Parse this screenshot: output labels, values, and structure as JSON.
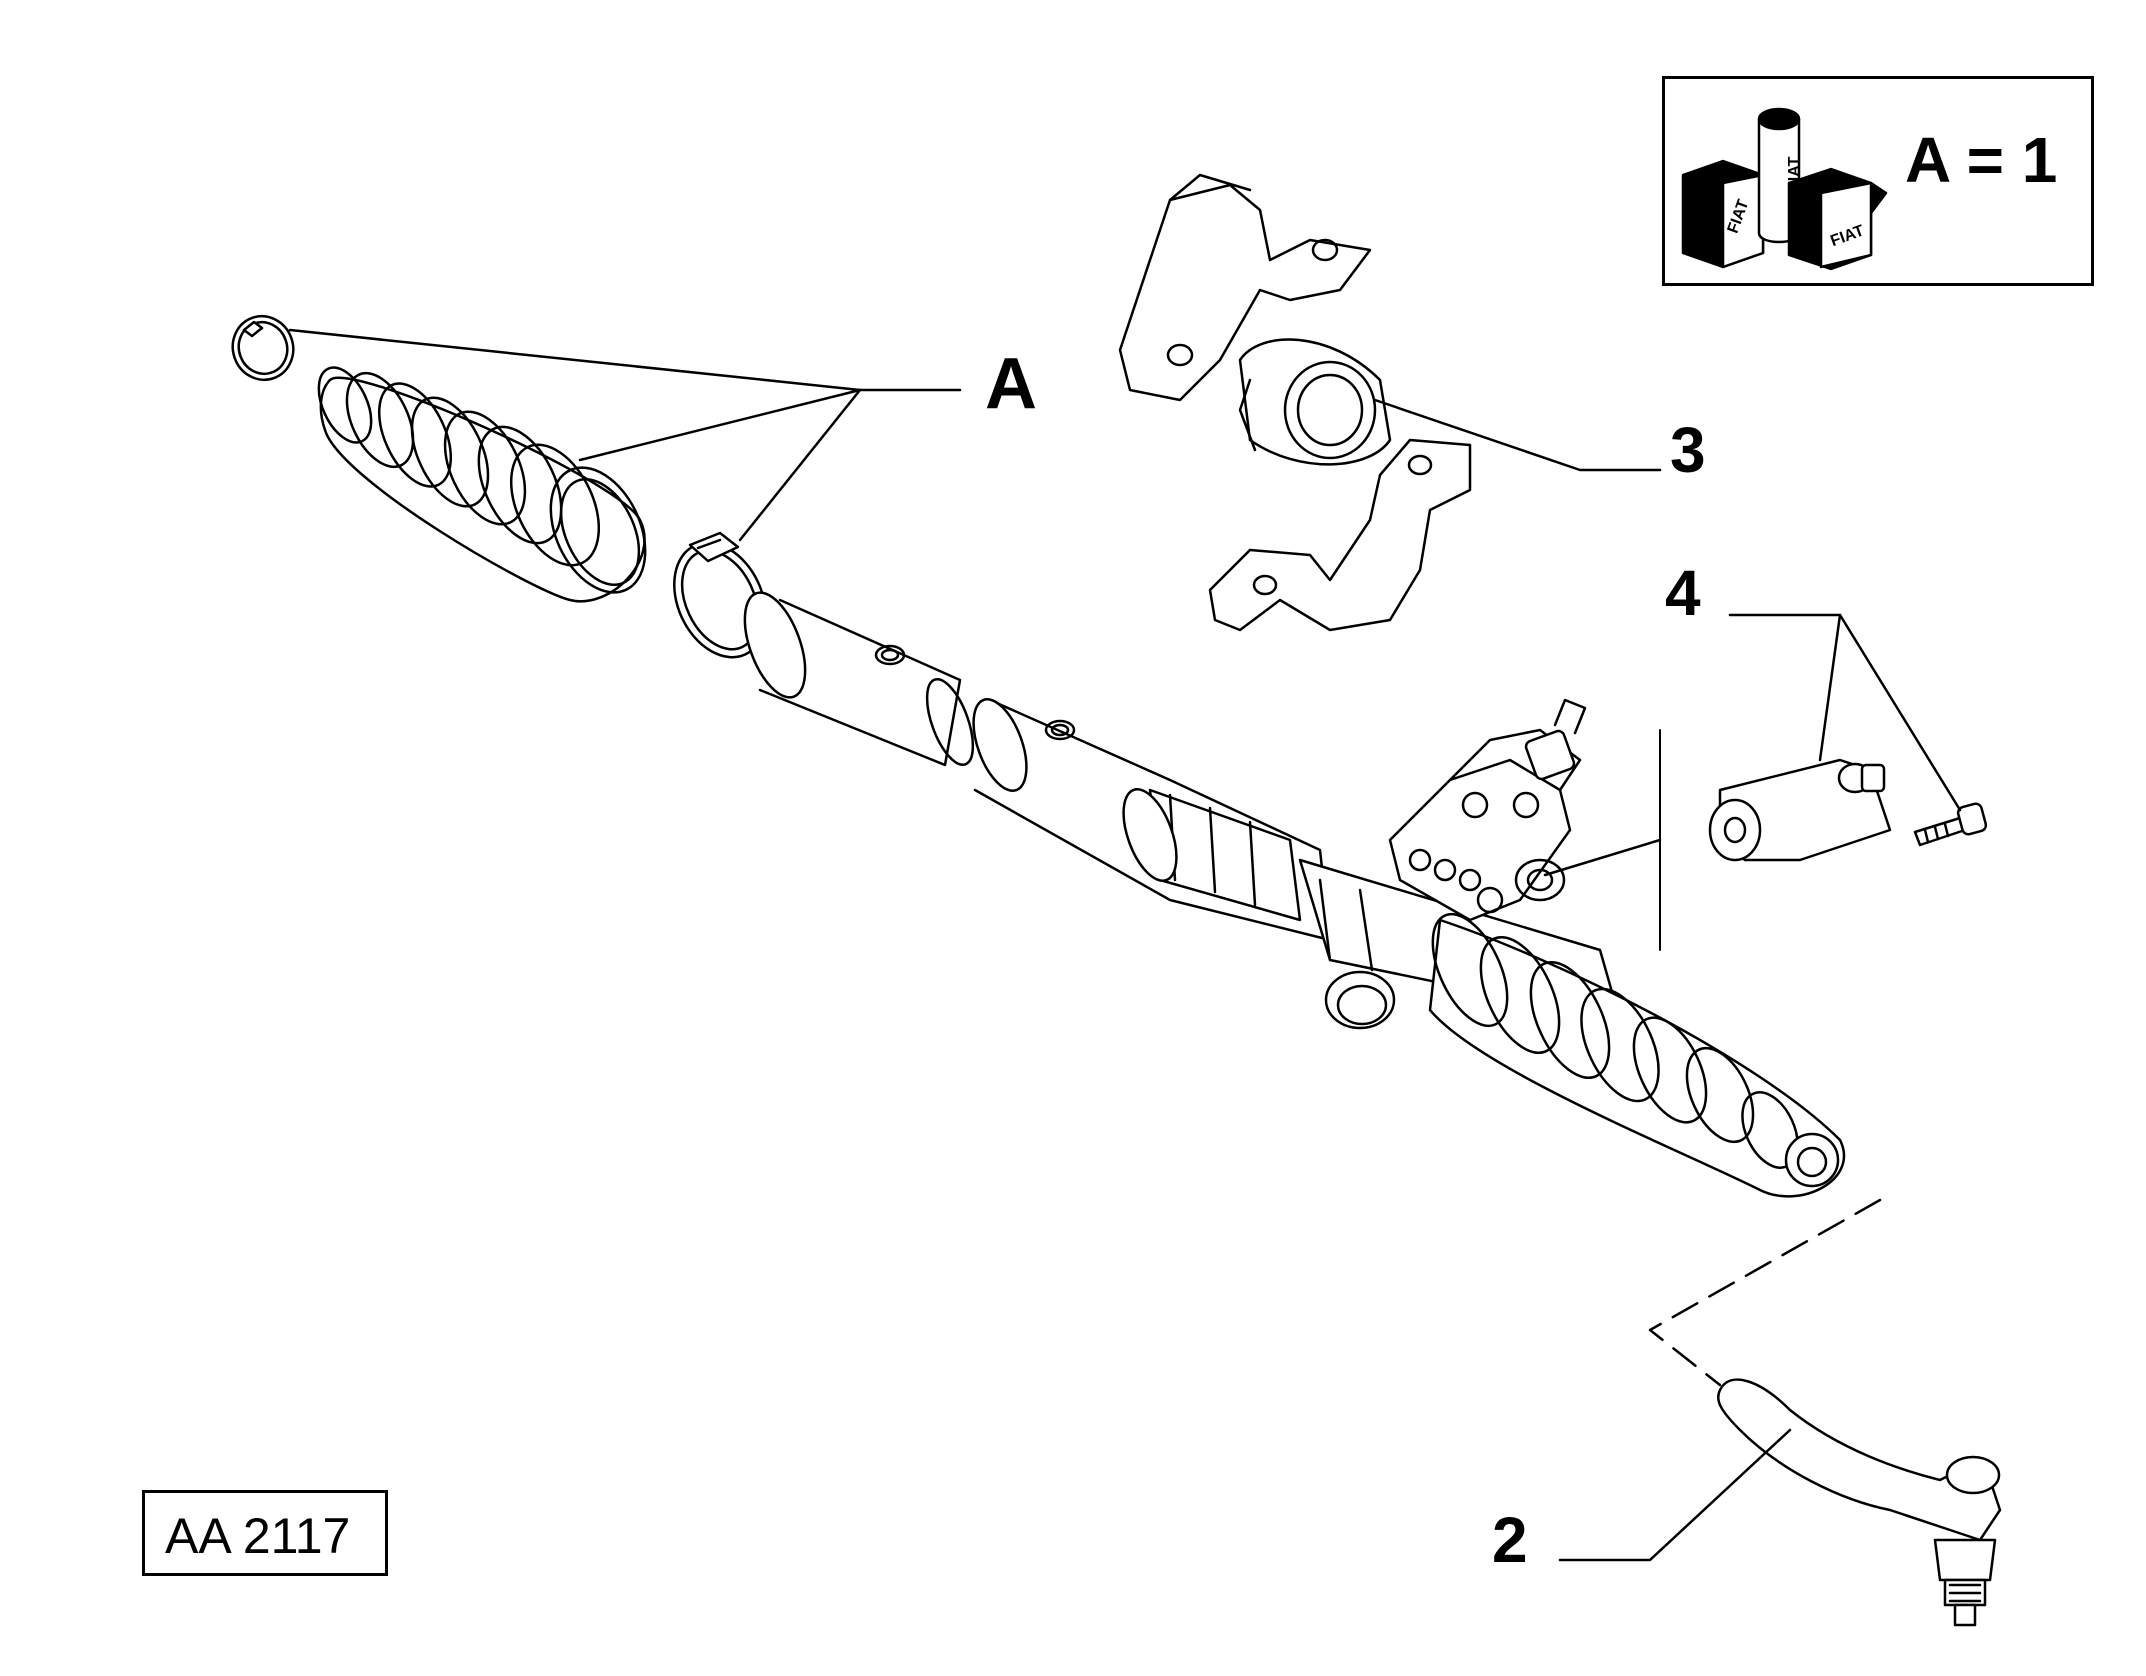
{
  "callouts": {
    "a": "A",
    "three": "3",
    "four": "4",
    "two": "2"
  },
  "kit": {
    "formula": "A = 1",
    "logo_text": "FIAT"
  },
  "reference": {
    "code": "AA 2117"
  },
  "colors": {
    "line": "#000000",
    "fill": "#ffffff",
    "shade": "#000000"
  }
}
